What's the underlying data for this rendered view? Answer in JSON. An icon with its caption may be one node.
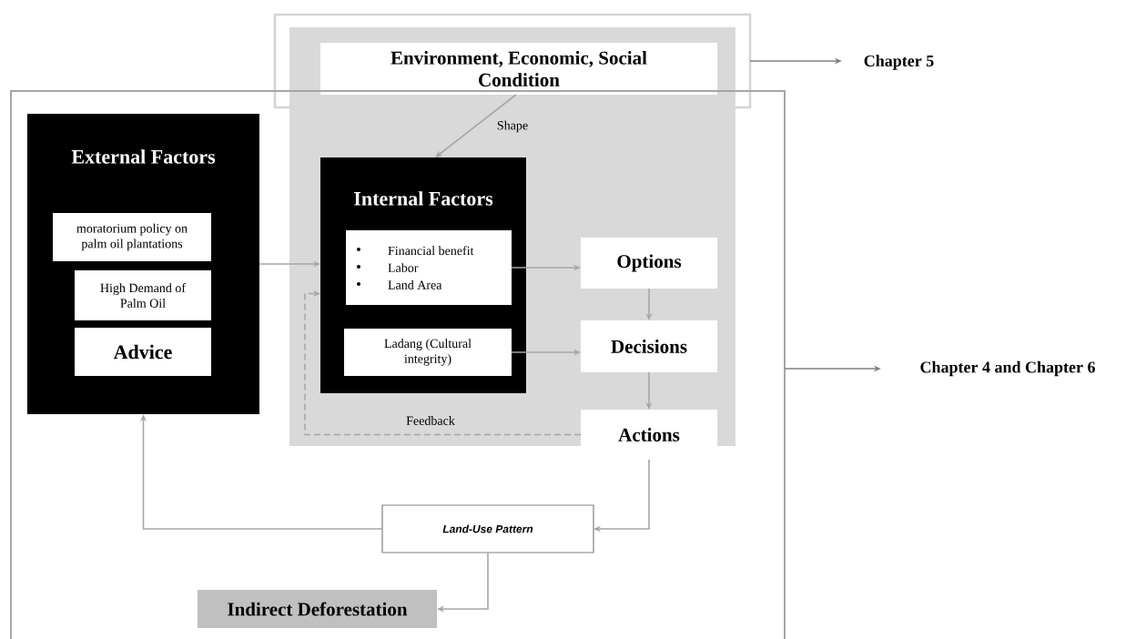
{
  "diagram": {
    "nodes": [
      {
        "text": [],
        "shape": "box"
      },
      {
        "text": [],
        "shape": "box"
      },
      {
        "text": [
          "Environment, Economic, Social Condition"
        ],
        "in": 0
      },
      {
        "text": [],
        "shape": "box"
      },
      {
        "text": [
          "Chapter 5"
        ]
      },
      {
        "text": [
          "External Factors"
        ],
        "in": 3
      },
      {
        "text": [
          "moratorium policy on palm oil plantations"
        ],
        "in": 5
      },
      {
        "text": [
          "High Demand of Palm Oil"
        ],
        "in": 5
      },
      {
        "text": [
          "Advice"
        ],
        "in": 5
      },
      {
        "text": [
          "Internal Factors"
        ],
        "in": 1
      },
      {
        "text": [
          "Financial benefit",
          "Labor",
          "Land  Area"
        ],
        "in": 9
      },
      {
        "text": [
          "Ladang (Cultural integrity)"
        ],
        "in": 9
      },
      {
        "text": [
          "Options"
        ],
        "in": 1
      },
      {
        "text": [
          "Decisions"
        ],
        "in": 1
      },
      {
        "text": [
          "Actions"
        ],
        "in": 1
      },
      {
        "text": [
          "Chapter 4 and Chapter 6"
        ]
      },
      {
        "text": [
          "Land-Use Pattern"
        ],
        "in": 3
      },
      {
        "text": [
          "Indirect Deforestation"
        ],
        "in": 3
      }
    ],
    "edges": [
      {
        "from": 2,
        "to": 9,
        "arrow": "to",
        "label": "Shape"
      },
      {
        "from": 5,
        "to": 9,
        "arrow": "to"
      },
      {
        "from": 10,
        "to": 12,
        "arrow": "to"
      },
      {
        "from": 11,
        "to": 13,
        "arrow": "to"
      },
      {
        "from": 12,
        "to": 13,
        "arrow": "to"
      },
      {
        "from": 13,
        "to": 14,
        "arrow": "to"
      },
      {
        "from": 14,
        "to": 9,
        "arrow": "to",
        "label": "Feedback",
        "style": "dashed"
      },
      {
        "from": 14,
        "to": 16,
        "arrow": "to"
      },
      {
        "from": 16,
        "to": 5,
        "arrow": "to"
      },
      {
        "from": 16,
        "to": 17,
        "arrow": "to"
      },
      {
        "from": 0,
        "to": 4,
        "arrow": "to",
        "color": "#7f7f7f"
      },
      {
        "from": 3,
        "to": 15,
        "arrow": "to",
        "color": "#7f7f7f"
      }
    ]
  }
}
